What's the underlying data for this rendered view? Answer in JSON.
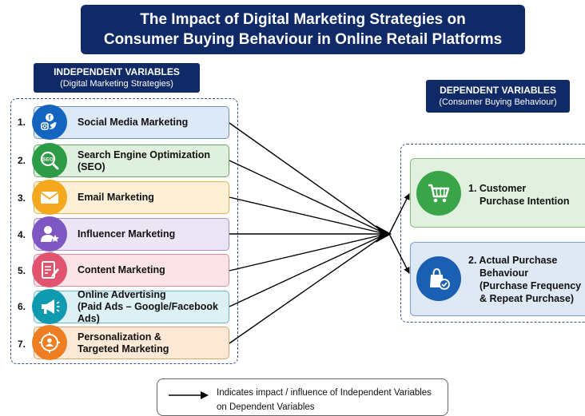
{
  "title": {
    "line1": "The Impact of Digital Marketing Strategies on",
    "line2": "Consumer Buying Behaviour in Online Retail Platforms"
  },
  "independent": {
    "header_line1": "INDEPENDENT VARIABLES",
    "header_line2": "(Digital Marketing Strategies)",
    "items": [
      {
        "num": "1.",
        "label": "Social Media Marketing",
        "icon": "social-media-icon",
        "color": "#1565c0",
        "fill": "#dde9f7",
        "stroke": "#6f95c8"
      },
      {
        "num": "2.",
        "label": "Search Engine Optimization (SEO)",
        "icon": "seo-magnifier-icon",
        "color": "#2e9b47",
        "fill": "#dff0de",
        "stroke": "#6aa96a"
      },
      {
        "num": "3.",
        "label": "Email Marketing",
        "icon": "envelope-icon",
        "color": "#f4a81d",
        "fill": "#fdf0d6",
        "stroke": "#e0b25a"
      },
      {
        "num": "4.",
        "label": "Influencer Marketing",
        "icon": "influencer-icon",
        "color": "#7e57c2",
        "fill": "#ece5f5",
        "stroke": "#a590cf"
      },
      {
        "num": "5.",
        "label": "Content Marketing",
        "icon": "content-document-icon",
        "color": "#e05470",
        "fill": "#fbe3e7",
        "stroke": "#dd8e9e"
      },
      {
        "num": "6.",
        "label1": "Online Advertising",
        "label2": "(Paid Ads – Google/Facebook Ads)",
        "icon": "megaphone-icon",
        "color": "#0f9ab0",
        "fill": "#ddf0f3",
        "stroke": "#6cb9c5"
      },
      {
        "num": "7.",
        "label1": "Personalization &",
        "label2": "Targeted Marketing",
        "icon": "target-user-icon",
        "color": "#ef7d22",
        "fill": "#fde9d6",
        "stroke": "#e3a56e"
      }
    ]
  },
  "dependent": {
    "header_line1": "DEPENDENT VARIABLES",
    "header_line2": "(Consumer Buying Behaviour)",
    "item1": {
      "line1": "1. Customer",
      "line2": "Purchase Intention",
      "icon": "shopping-cart-icon",
      "color": "#3aa548"
    },
    "item2": {
      "line1": "2. Actual Purchase",
      "line2": "Behaviour",
      "line3": "(Purchase Frequency",
      "line4": "& Repeat Purchase)",
      "icon": "shopping-bag-check-icon",
      "color": "#1b5fb3"
    }
  },
  "legend": {
    "line1": "Indicates impact / influence of Independent Variables",
    "line2": "on Dependent Variables"
  }
}
